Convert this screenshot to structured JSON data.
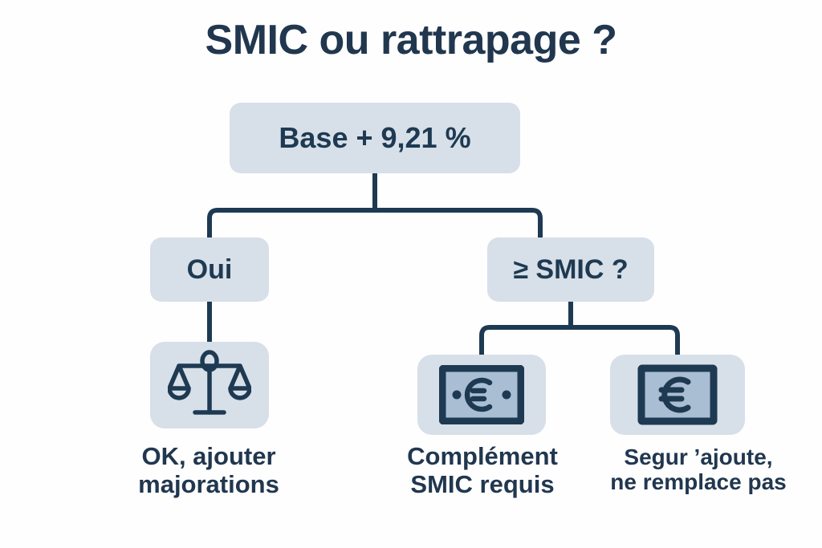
{
  "page": {
    "title": "SMIC ou rattrapage ?",
    "background_color": "#fefefe",
    "ink_color": "#1e3a52",
    "node_fill_color": "#d7dfe8",
    "accent_fill_color": "#a9bed3"
  },
  "tree": {
    "root": {
      "label": "Base + 9,21 %",
      "name": "root-node"
    },
    "branches": [
      {
        "label": "Oui",
        "name": "branch-oui",
        "icon": "scales-icon",
        "caption": "OK, ajouter\nmajorations"
      },
      {
        "label": "≥ SMIC ?",
        "name": "branch-smic",
        "children": [
          {
            "icon": "banknote-euro-icon",
            "caption": "Complément\nSMIC requis"
          },
          {
            "icon": "euro-card-icon",
            "caption": "Segur ’ajoute,\nne remplace pas"
          }
        ]
      }
    ]
  },
  "captions": {
    "left": "OK, ajouter\nmajorations",
    "middle": "Complément\nSMIC requis",
    "right": "Segur ’ajoute,\nne remplace pas"
  },
  "icons": {
    "scales": "scales-icon",
    "banknote": "banknote-euro-icon",
    "euro_card": "euro-card-icon"
  }
}
